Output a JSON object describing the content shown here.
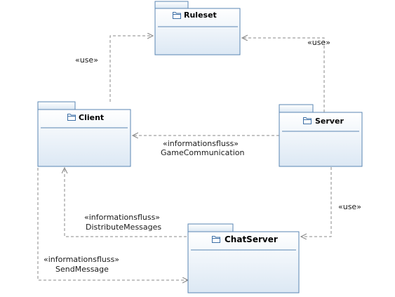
{
  "diagram": {
    "packages": {
      "ruleset": {
        "name": "Ruleset"
      },
      "client": {
        "name": "Client"
      },
      "server": {
        "name": "Server"
      },
      "chatserver": {
        "name": "ChatServer"
      }
    },
    "edges": {
      "client_ruleset": {
        "stereotype": "«use»"
      },
      "server_ruleset": {
        "stereotype": "«use»"
      },
      "server_client": {
        "stereotype": "«informationsfluss»",
        "name": "GameCommunication"
      },
      "server_chatserver": {
        "stereotype": "«use»"
      },
      "chatserver_client": {
        "stereotype": "«informationsfluss»",
        "name": "DistributeMessages"
      },
      "client_chatserver": {
        "stereotype": "«informationsfluss»",
        "name": "SendMessage"
      }
    }
  },
  "colors": {
    "package_fill": "#dce8f4",
    "package_stroke": "#5a86b3",
    "edge": "#8a8a8a",
    "folder_icon": "#3d6fa6"
  },
  "icons": {
    "package": "folder-icon"
  }
}
